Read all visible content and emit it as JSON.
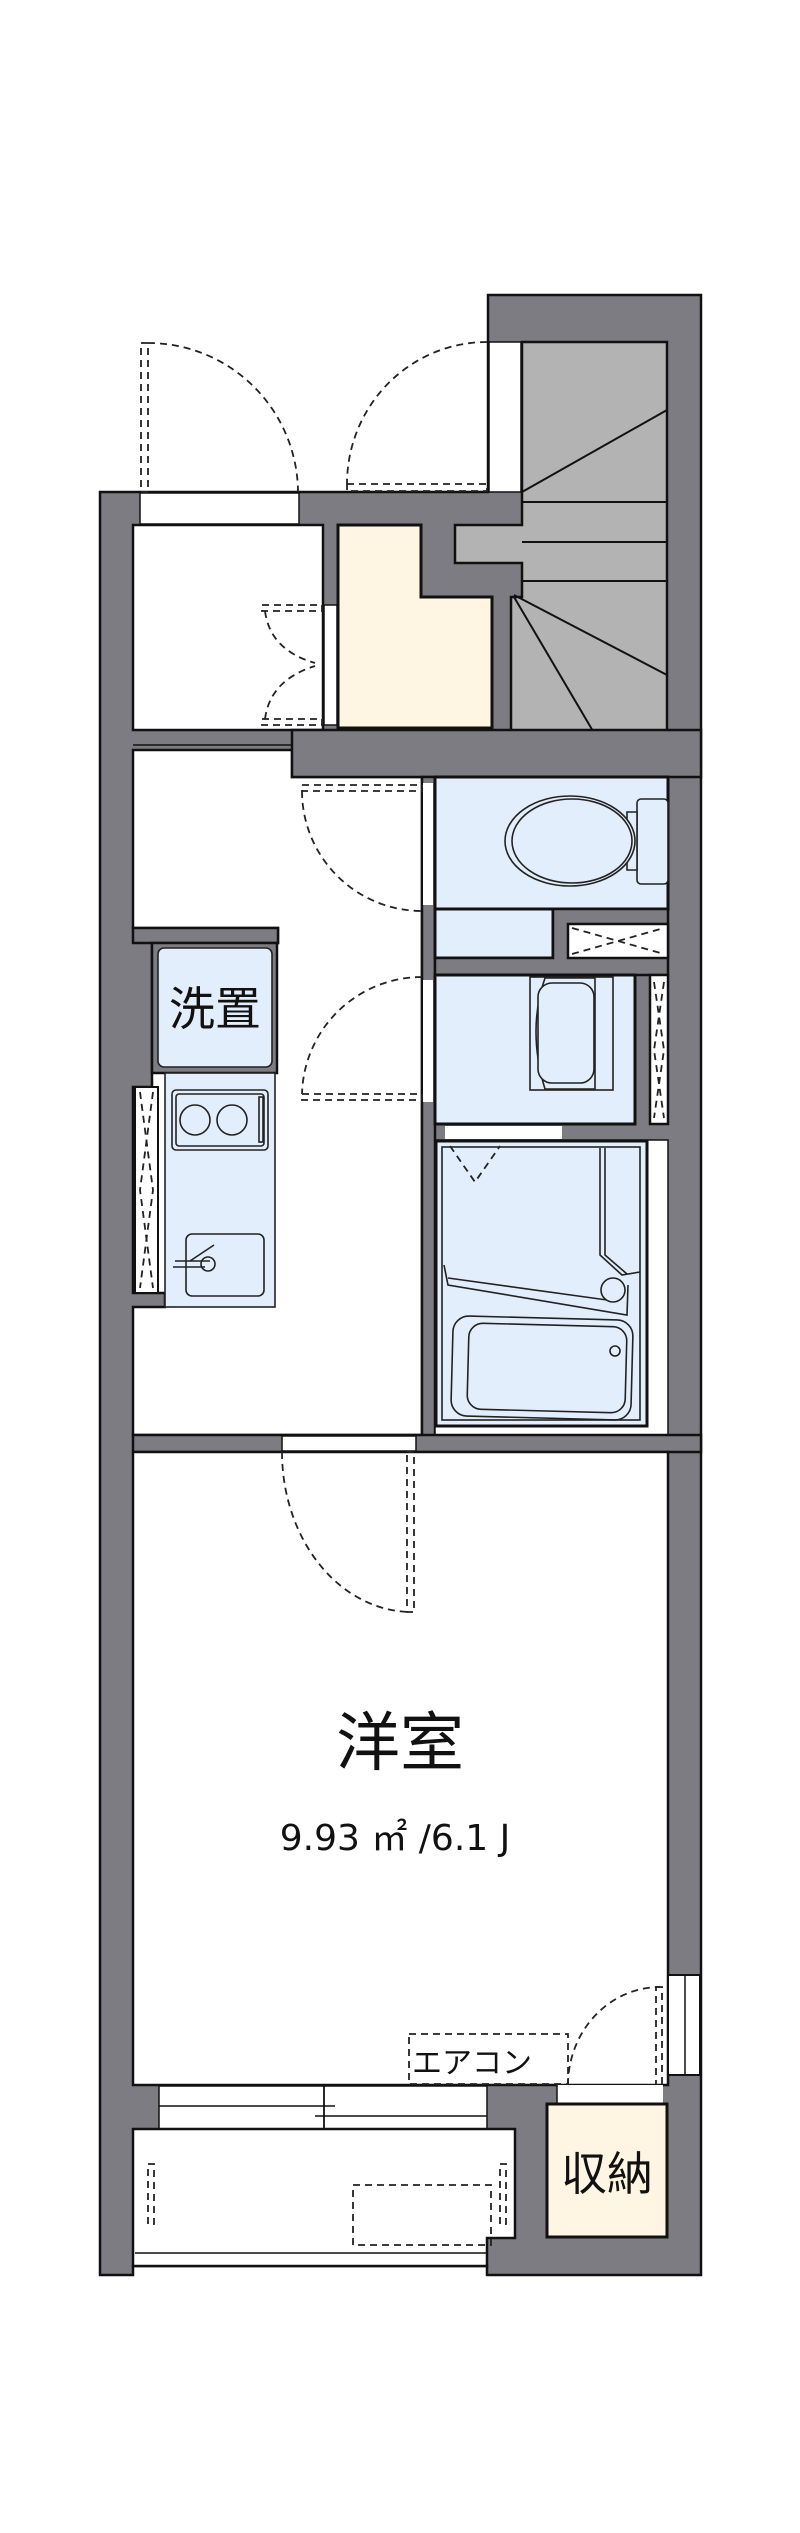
{
  "floor_plan": {
    "type": "apartment-floor-plan",
    "rooms": [
      {
        "id": "western_room",
        "label": "洋室",
        "area_label": "9.93 ㎡ /6.1 J",
        "area_sqm": 9.93,
        "size_jo": 6.1
      },
      {
        "id": "storage_main",
        "label": "収納"
      },
      {
        "id": "washer_space",
        "label": "洗置"
      },
      {
        "id": "aircon",
        "label": "エアコン"
      }
    ],
    "labels": {
      "western_room": "洋室",
      "western_room_area": "9.93 ㎡ /6.1 J",
      "storage": "収納",
      "washer": "洗置",
      "aircon": "エアコン"
    },
    "fixtures": [
      "stairs",
      "toilet",
      "washbasin",
      "unit-bath",
      "kitchen-stove-2-burner",
      "kitchen-sink",
      "shoe-cabinet",
      "balcony",
      "sliding-window"
    ],
    "colors": {
      "wall": "#7d7c82",
      "stairs": "#b3b3b3",
      "storage": "#fff5e3",
      "wet_area": "#e3eefc",
      "floor": "#ffffff",
      "line": "#111111"
    }
  }
}
